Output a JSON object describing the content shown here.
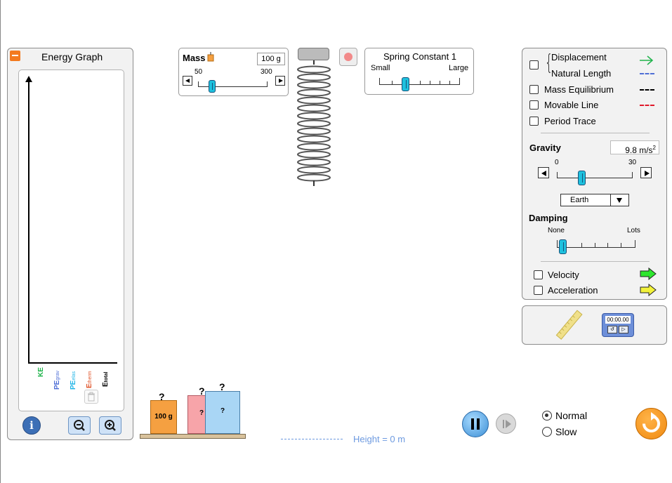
{
  "energy_graph": {
    "title": "Energy Graph",
    "bars": [
      {
        "label": "KE",
        "sub": "",
        "color": "#1fb34b"
      },
      {
        "label": "PE",
        "sub": "grav",
        "color": "#4f6fd6"
      },
      {
        "label": "PE",
        "sub": "elas",
        "color": "#21b5e6"
      },
      {
        "label": "E",
        "sub": "therm",
        "color": "#e0542a"
      },
      {
        "label": "E",
        "sub": "total",
        "color": "#000000"
      }
    ]
  },
  "mass_panel": {
    "title": "Mass",
    "value": "100 g",
    "min_label": "50",
    "max_label": "300",
    "level": 0.2
  },
  "spring_constant": {
    "title": "Spring Constant 1",
    "min_label": "Small",
    "max_label": "Large",
    "level": 0.33
  },
  "right_panel": {
    "displacement": "Displacement",
    "natural_length": "Natural Length",
    "mass_equilibrium": "Mass Equilibrium",
    "movable_line": "Movable Line",
    "period_trace": "Period Trace",
    "colors": {
      "displacement": "#1fb34b",
      "natural_length": "#4f6fd6",
      "mass_equilibrium": "#000000",
      "movable_line": "#e0192b"
    },
    "gravity": {
      "label": "Gravity",
      "value": "9.8 m/s",
      "superscript": "2",
      "min_label": "0",
      "max_label": "30",
      "level": 0.33,
      "planet": "Earth"
    },
    "damping": {
      "label": "Damping",
      "min_label": "None",
      "max_label": "Lots",
      "level": 0.08
    },
    "velocity": "Velocity",
    "acceleration": "Acceleration",
    "velocity_color": "#2ee62e",
    "acceleration_color": "#f2f23a"
  },
  "tools": {
    "stopwatch_time": "00:00.00"
  },
  "masses": [
    {
      "question": "?",
      "label": "100 g",
      "color": "#f5a041"
    },
    {
      "question": "?",
      "label": "?",
      "color": "#f7a4a9"
    },
    {
      "question": "?",
      "label": "?",
      "color": "#a9d6f5"
    }
  ],
  "height_label": "Height = 0 m",
  "speed": {
    "normal": "Normal",
    "slow": "Slow",
    "selected": "Normal"
  }
}
